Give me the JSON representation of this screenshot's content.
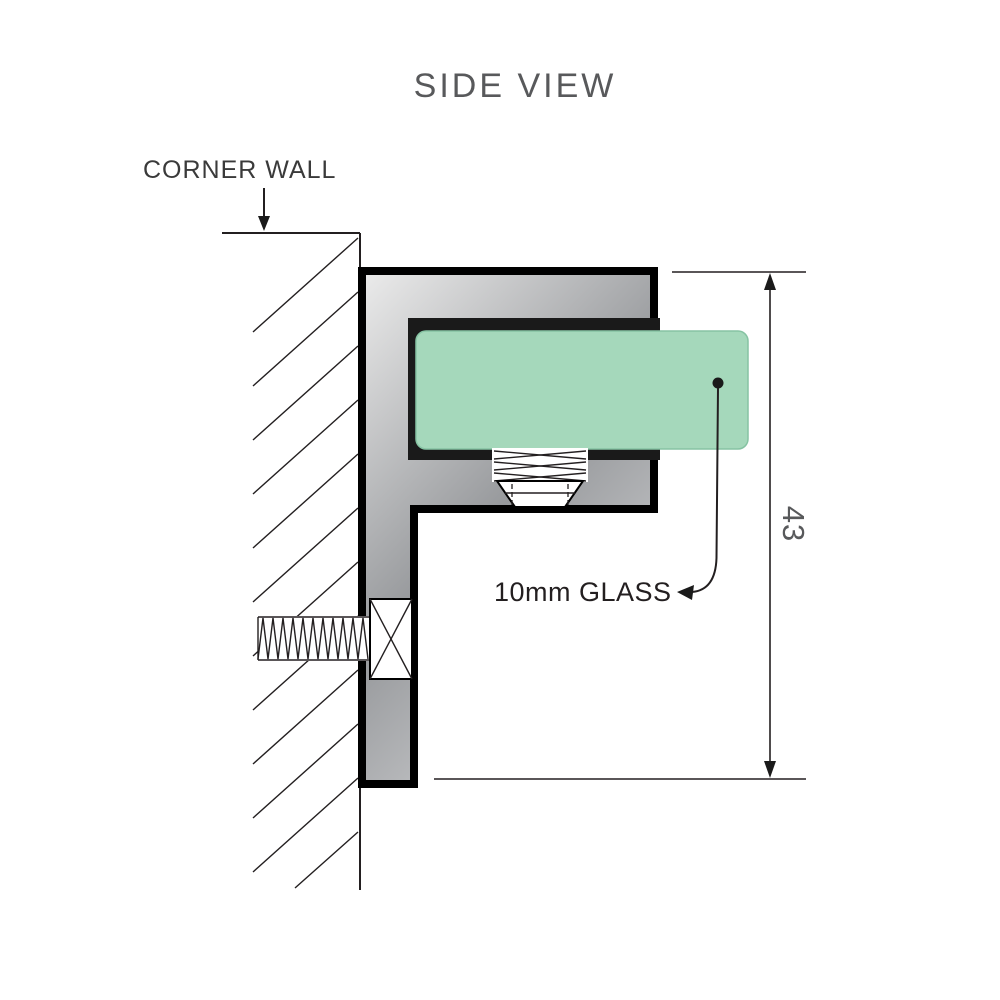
{
  "diagram": {
    "title": "SIDE VIEW",
    "labels": {
      "corner_wall": "CORNER WALL",
      "glass": "10mm GLASS",
      "dimension_value": "43"
    },
    "colors": {
      "background": "#ffffff",
      "glass_fill": "#a5d8bb",
      "glass_edge": "#86c3a3",
      "metal_light": "#ececec",
      "metal_mid": "#97999c",
      "metal_sheen": "#cfd0d2",
      "outline": "#000000",
      "line": "#231f20",
      "title_text": "#58595b",
      "corner_label_text": "#3a3a3a",
      "glass_label_text": "#231f20",
      "dimension_text": "#58595b"
    }
  }
}
